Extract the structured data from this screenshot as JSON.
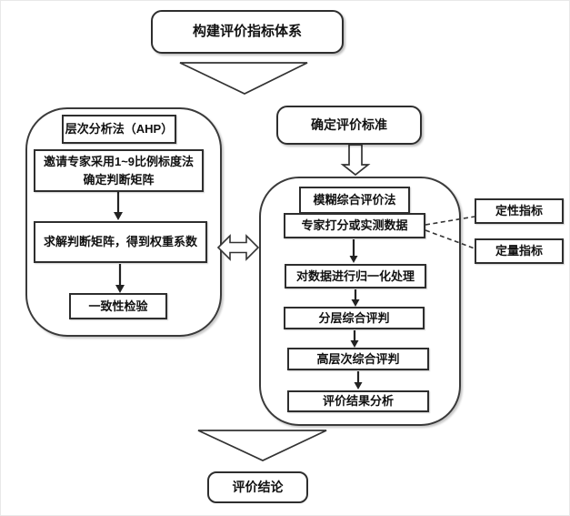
{
  "flow": {
    "top": {
      "label": "构建评价指标体系"
    },
    "ahp": {
      "title": "层次分析法（AHP）",
      "steps": [
        "邀请专家采用1~9比例标度法确定判断矩阵",
        "求解判断矩阵，得到权重系数",
        "一致性检验"
      ]
    },
    "criteria": {
      "label": "确定评价标准"
    },
    "fuzzy": {
      "title": "模糊综合评价法",
      "steps": [
        "专家打分或实测数据",
        "对数据进行归一化处理",
        "分层综合评判",
        "高层次综合评判",
        "评价结果分析"
      ]
    },
    "indicators": [
      {
        "label": "定性指标"
      },
      {
        "label": "定量指标"
      }
    ],
    "conclusion": {
      "label": "评价结论"
    }
  },
  "colors": {
    "line": "#333333",
    "box_border": "#2e2e2e",
    "background": "#ffffff",
    "text": "#111111"
  }
}
